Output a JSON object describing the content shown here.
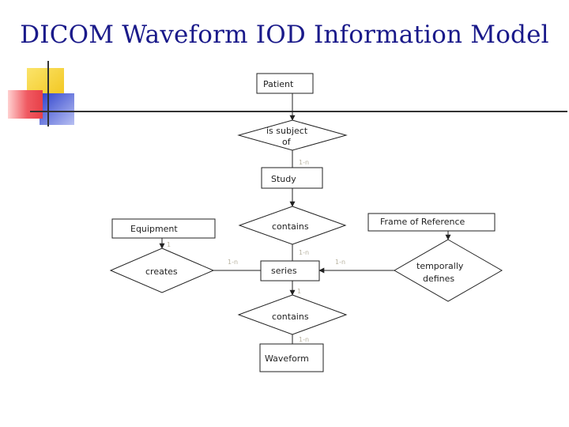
{
  "title": "DICOM Waveform IOD Information Model",
  "nodes": {
    "patient": "Patient",
    "is_subject_of": [
      "is subject",
      "of"
    ],
    "study": "Study",
    "equipment": "Equipment",
    "contains_study": "contains",
    "frame_of_reference": "Frame of Reference",
    "creates": "creates",
    "series": "series",
    "temporally_defines": [
      "temporally",
      "defines"
    ],
    "contains_series": "contains",
    "waveform": "Waveform"
  },
  "cardinalities": {
    "study_to_patient_rel": "1-n",
    "equipment_to_creates": "1",
    "creates_to_series": "1-n",
    "contains_to_series": "1-n",
    "temporally_to_series": "1-n",
    "series_to_contains": "1",
    "contains_to_waveform": "1-n"
  },
  "colors": {
    "title": "#1a1a8a",
    "yellow_square": "#f7d23b",
    "red_square": "#ee5058",
    "blue_square": "#3a4ed6",
    "rule": "#333333",
    "diagram_stroke": "#222222"
  }
}
